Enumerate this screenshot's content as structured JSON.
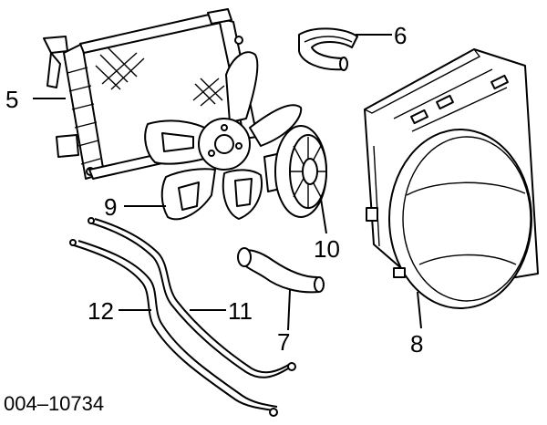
{
  "diagram_code": "004–10734",
  "callouts": [
    {
      "id": "5",
      "text": "5",
      "part": "radiator"
    },
    {
      "id": "6",
      "text": "6",
      "part": "upper-hose"
    },
    {
      "id": "7",
      "text": "7",
      "part": "lower-hose"
    },
    {
      "id": "8",
      "text": "8",
      "part": "fan-shroud"
    },
    {
      "id": "9",
      "text": "9",
      "part": "fan-blade"
    },
    {
      "id": "10",
      "text": "10",
      "part": "viscous-fan-drive"
    },
    {
      "id": "11",
      "text": "11",
      "part": "transmission-cooler-line"
    },
    {
      "id": "12",
      "text": "12",
      "part": "oil-cooler-line"
    }
  ],
  "colors": {
    "ink": "#000000",
    "paper": "#ffffff"
  }
}
